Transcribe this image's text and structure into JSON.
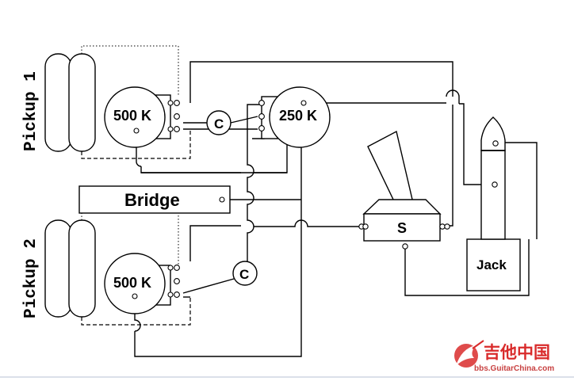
{
  "pickups": {
    "pickup1": "Pickup 1",
    "pickup2": "Pickup 2"
  },
  "pots": {
    "vol1": "500 K",
    "tone": "250 K",
    "vol2": "500 K"
  },
  "caps": {
    "cap1": "C",
    "cap2": "C"
  },
  "bridge": "Bridge",
  "switch": "S",
  "jack": "Jack",
  "watermark": {
    "title": "吉他中国",
    "url": "bbs.GuitarChina.com"
  },
  "colors": {
    "line": "#000000",
    "watermark": "#d92b2b",
    "background": "#ffffff"
  }
}
